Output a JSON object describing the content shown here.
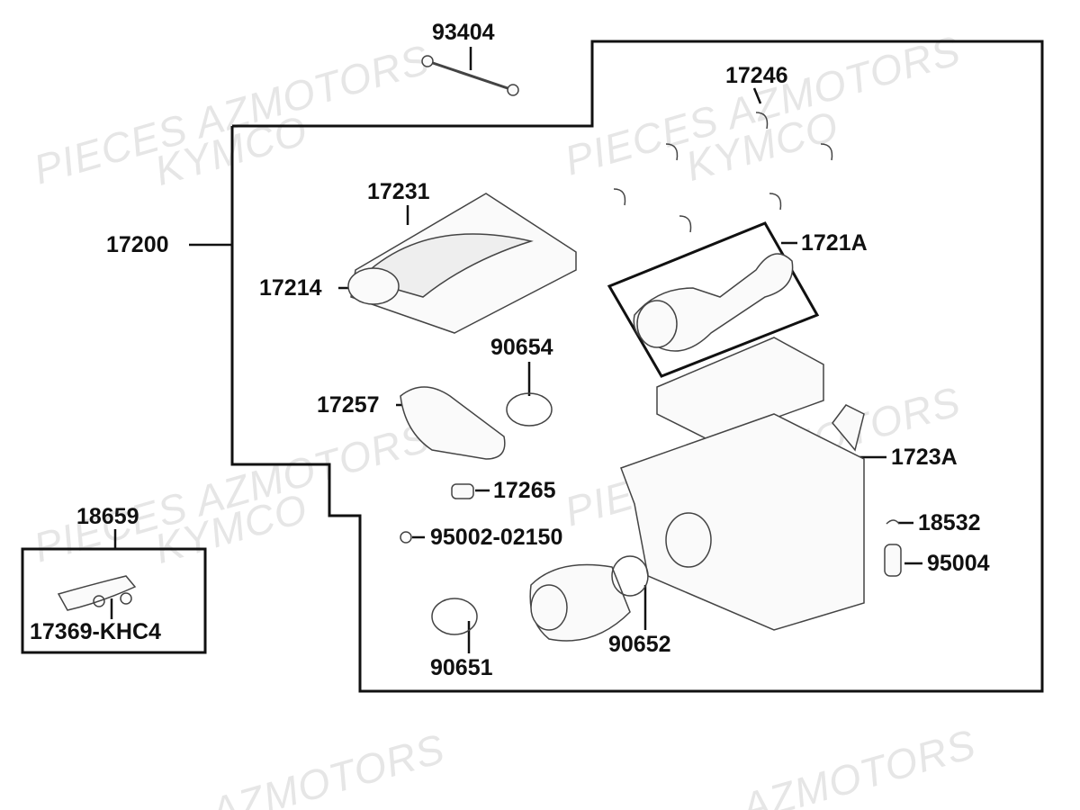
{
  "watermarks": {
    "line1": "PIECES AZMOTORS",
    "line2": "KYMCO",
    "bottom": "AZMOTORS"
  },
  "labels": {
    "p93404": "93404",
    "p17246": "17246",
    "p17231": "17231",
    "p17200": "17200",
    "p17214": "17214",
    "p1721A": "1721A",
    "p90654": "90654",
    "p17257": "17257",
    "p1723A": "1723A",
    "p17265": "17265",
    "p18659": "18659",
    "p18532": "18532",
    "p95002": "95002-02150",
    "p95004": "95004",
    "p90652": "90652",
    "p17369": "17369-KHC4",
    "p90651": "90651"
  }
}
